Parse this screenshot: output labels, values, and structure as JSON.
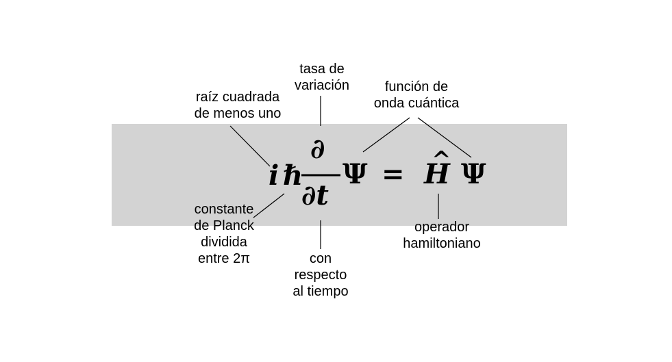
{
  "colors": {
    "band": "#d3d3d3",
    "ink": "#000000",
    "background": "#ffffff"
  },
  "equation": {
    "i": "i",
    "hbar": "ℏ",
    "partial_top": "∂",
    "partial_bottom": "∂t",
    "psi_left": "Ψ",
    "equals": "=",
    "H": "H",
    "hat": "^",
    "psi_right": "Ψ"
  },
  "labels": {
    "sqrt_minus_one": "raíz cuadrada\nde menos uno",
    "rate_of_change": "tasa de\nvariación",
    "wave_function": "función de\nonda cuántica",
    "reduced_planck": "constante\nde Planck\ndividida\nentre 2π",
    "with_respect_to_time": "con\nrespecto\nal tiempo",
    "hamiltonian_operator": "operador\nhamiltoniano"
  }
}
